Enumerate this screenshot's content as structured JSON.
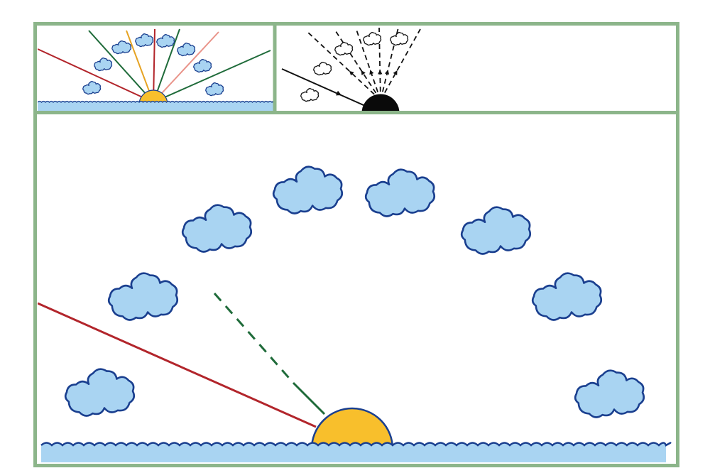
{
  "colors": {
    "frame": "#8cb58a",
    "sky": "#ffffff",
    "cloud_fill": "#a9d4f2",
    "cloud_stroke": "#1a3f8f",
    "sun": "#f8bf2c",
    "sun_stroke": "#1a3f8f",
    "dark_sun": "#0a0a0a",
    "water": "#a9d4f2",
    "wave_stroke": "#1a3f8f",
    "ray_red": "#b2252b",
    "ray_green": "#1f6b3a",
    "ray_orange": "#e6a323",
    "ray_pink": "#e9948a",
    "ray_dark": "#111111"
  },
  "panels": [
    {
      "id": "sunrise-colored-rays",
      "icons": [
        "sun-icon",
        "cloud-icon",
        "ray-icon",
        "wave-icon"
      ]
    },
    {
      "id": "dark-sun-scattered-light",
      "icons": [
        "sun-icon",
        "cloud-icon",
        "arrow-icon"
      ]
    },
    {
      "id": "sunset-low-angle",
      "icons": [
        "sun-icon",
        "cloud-icon",
        "ray-icon",
        "wave-icon"
      ]
    }
  ]
}
